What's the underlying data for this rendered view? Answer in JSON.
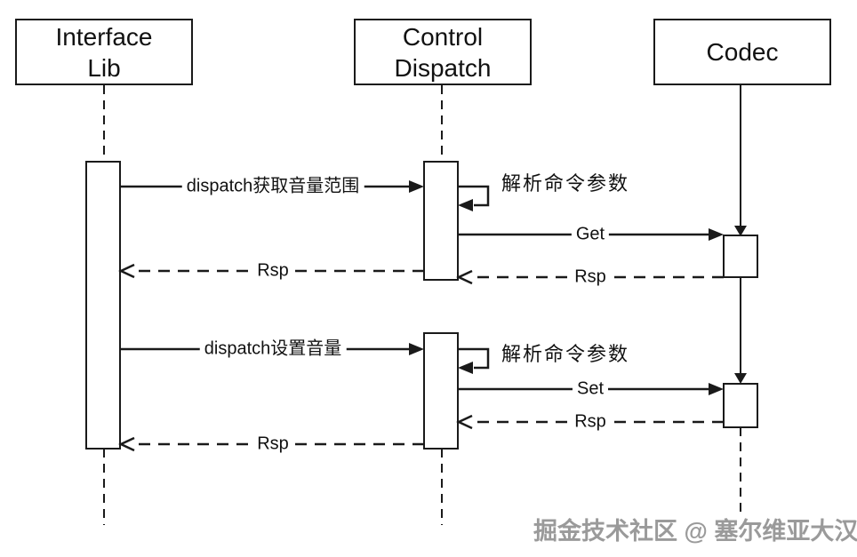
{
  "diagram_type": "uml-sequence-diagram",
  "actors": [
    {
      "id": "interface-lib",
      "label_line1": "Interface",
      "label_line2": "Lib"
    },
    {
      "id": "control-dispatch",
      "label_line1": "Control",
      "label_line2": "Dispatch"
    },
    {
      "id": "codec",
      "label": "Codec"
    }
  ],
  "messages": {
    "dispatch_get_volume_range": "dispatch获取音量范围",
    "parse_command_params_1": "解析命令参数",
    "get": "Get",
    "rsp_codec_to_dispatch_1": "Rsp",
    "rsp_dispatch_to_lib_1": "Rsp",
    "dispatch_set_volume": "dispatch设置音量",
    "parse_command_params_2": "解析命令参数",
    "set": "Set",
    "rsp_codec_to_dispatch_2": "Rsp",
    "rsp_dispatch_to_lib_2": "Rsp"
  },
  "watermark": "掘金技术社区 @ 塞尔维亚大汉",
  "colors": {
    "line": "#1a1a1a",
    "background": "#ffffff",
    "watermark_gray": "#9a9a9a"
  }
}
